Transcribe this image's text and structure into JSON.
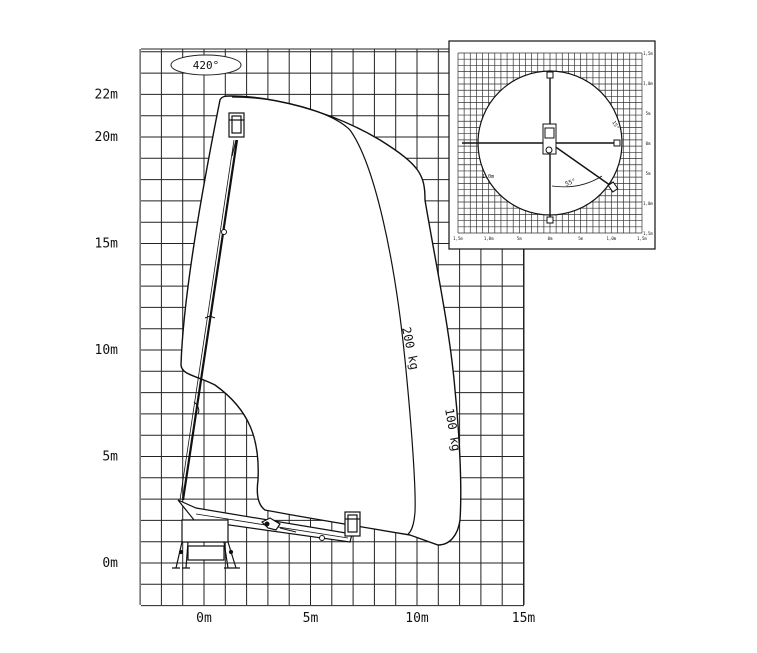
{
  "rotation_badge": "420°",
  "y_axis_labels": [
    {
      "text": "22m",
      "value": 22
    },
    {
      "text": "20m",
      "value": 20
    },
    {
      "text": "15m",
      "value": 15
    },
    {
      "text": "10m",
      "value": 10
    },
    {
      "text": "5m",
      "value": 5
    },
    {
      "text": "0m",
      "value": 0
    }
  ],
  "x_axis_labels": [
    {
      "text": "0m",
      "value": 0
    },
    {
      "text": "5m",
      "value": 5
    },
    {
      "text": "10m",
      "value": 10
    },
    {
      "text": "15m",
      "value": 15
    }
  ],
  "envelopes": [
    {
      "name": "200 kg",
      "label": "200 kg"
    },
    {
      "name": "100 kg",
      "label": "100 kg"
    }
  ],
  "top_view": {
    "scale_labels": [
      "1,5m",
      "1,0m",
      "5m",
      "0m",
      "5m",
      "1,0m",
      "1,5m"
    ],
    "angle_label": "55°",
    "side_labels": [
      "15°",
      "1,0m"
    ]
  }
}
